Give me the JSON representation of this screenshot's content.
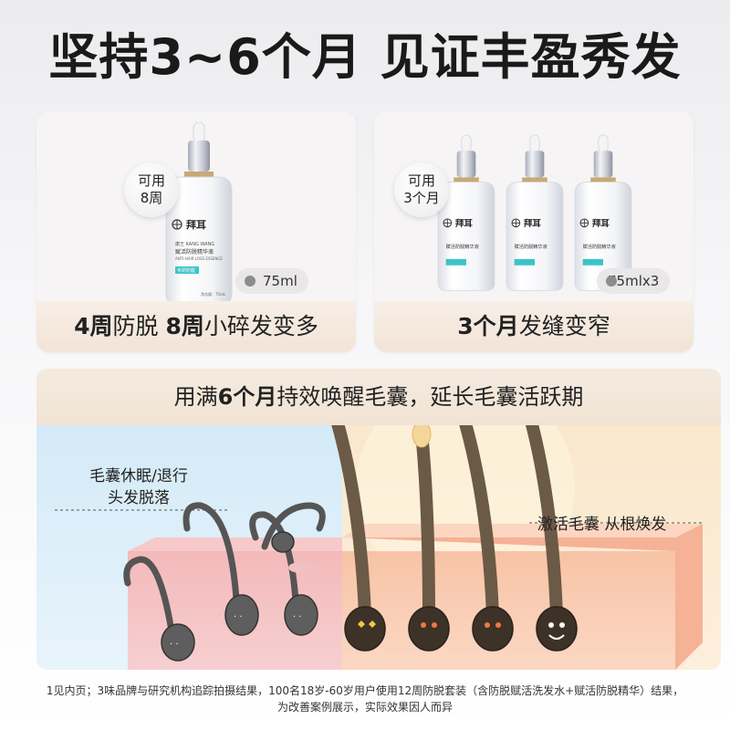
{
  "headline": "坚持3~6个月 见证丰盈秀发",
  "brand": {
    "name": "拜耳",
    "sub": "康王 KANG WANG"
  },
  "product": {
    "name": "赋活防脱精华液",
    "name_en": "ANTI-HAIR LOSS ESSENCE",
    "tag": "专研防脱",
    "net": "净含量：75mL"
  },
  "card_single": {
    "badge_line1": "可用",
    "badge_line2": "8周",
    "volume": "75ml",
    "footer_part1": "4周",
    "footer_part2": "防脱 ",
    "footer_part3": "8周",
    "footer_part4": "小碎发变多"
  },
  "card_triple": {
    "badge_line1": "可用",
    "badge_line2": "3个月",
    "volume": "75mlx3",
    "footer_part1": "3个月",
    "footer_part2": "发缝变窄"
  },
  "panel": {
    "banner_part1": "用满",
    "banner_part2": "6个月",
    "banner_part3": "持效唤醒毛囊，延长毛囊活跃期",
    "label_left_line1": "毛囊休眠/退行",
    "label_left_line2": "头发脱落",
    "label_right": "激活毛囊 从根焕发"
  },
  "footnote_line1": "1见内页；3味品牌与研究机构追踪拍摄结果，100名18岁-60岁用户使用12周防脱套装（含防脱赋活洗发水+赋活防脱精华）结果，",
  "footnote_line2": "为改善案例展示，实际效果因人而异",
  "colors": {
    "accent_teal": "#3cc3c8",
    "cap_gold": "#c9a875",
    "skin_left": "#eaa3a6",
    "skin_right": "#f7c1a8"
  }
}
